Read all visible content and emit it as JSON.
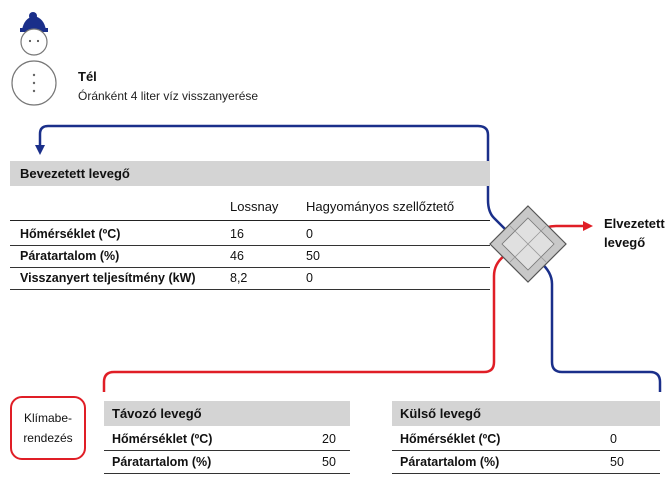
{
  "colors": {
    "blue": "#1a2f8a",
    "red": "#e01e26",
    "header_bg": "#d4d4d4"
  },
  "season": {
    "icon": "snowman-icon",
    "title": "Tél",
    "subtitle": "Óránként 4 liter víz visszanyerése"
  },
  "supply": {
    "title": "Bevezetett levegő",
    "col1": "Lossnay",
    "col2": "Hagyományos szellőztető",
    "rows": [
      {
        "label": "Hőmérséklet (ºC)",
        "v1": "16",
        "v2": "0"
      },
      {
        "label": "Páratartalom (%)",
        "v1": "46",
        "v2": "50"
      },
      {
        "label": "Visszanyert teljesítmény (kW)",
        "v1": "8,2",
        "v2": "0"
      }
    ]
  },
  "exhaust": {
    "line1": "Elvezetett",
    "line2": "levegő"
  },
  "climate": {
    "line1": "Klímabe-",
    "line2": "rendezés"
  },
  "return_air": {
    "title": "Távozó levegő",
    "rows": [
      {
        "label": "Hőmérséklet (ºC)",
        "value": "20"
      },
      {
        "label": "Páratartalom (%)",
        "value": "50"
      }
    ]
  },
  "outside_air": {
    "title": "Külső levegő",
    "rows": [
      {
        "label": "Hőmérséklet (ºC)",
        "value": "0"
      },
      {
        "label": "Páratartalom (%)",
        "value": "50"
      }
    ]
  }
}
